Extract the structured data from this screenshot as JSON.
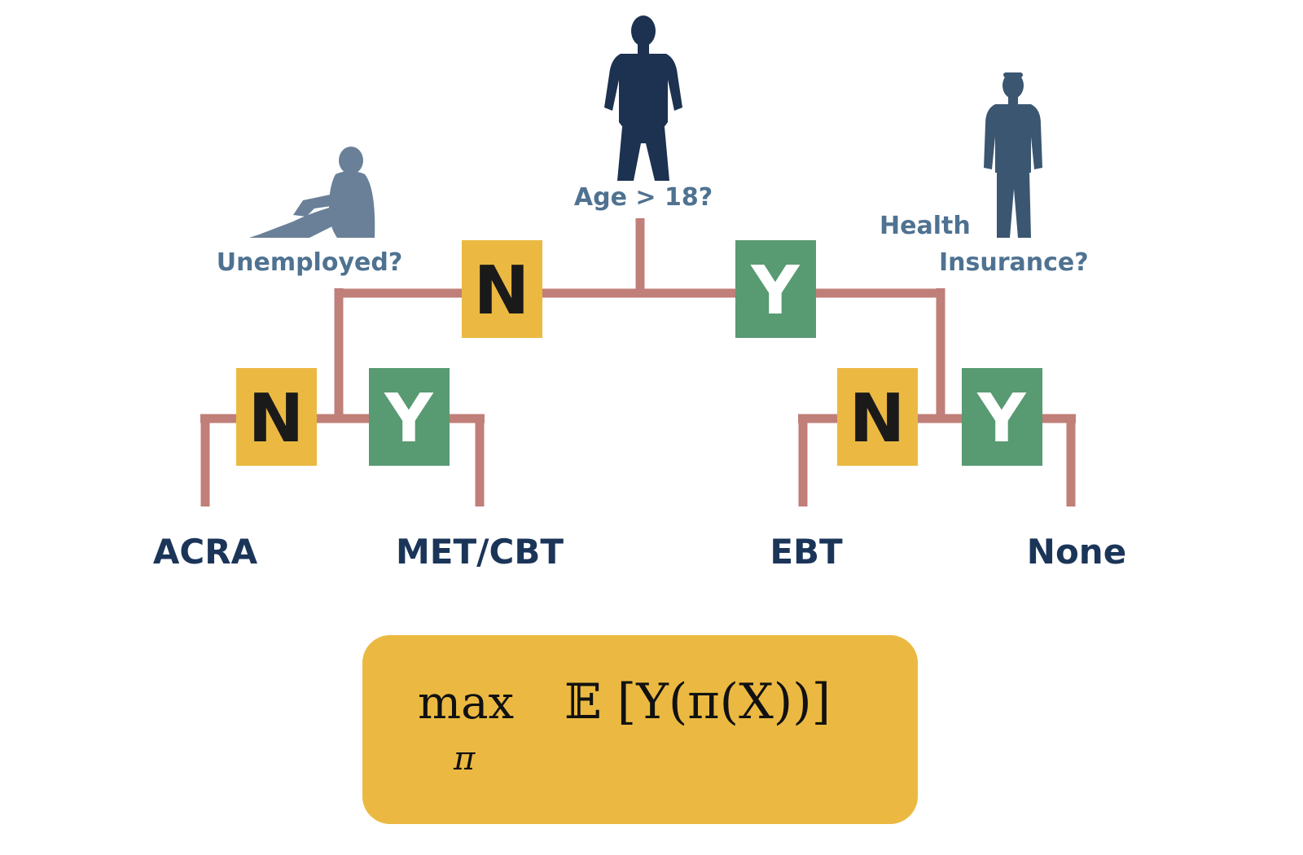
{
  "questions": {
    "root": "Age > 18?",
    "left": "Unemployed?",
    "right_line1": "Health",
    "right_line2": "Insurance?"
  },
  "decisions": {
    "root_no": "N",
    "root_yes": "Y",
    "left_no": "N",
    "left_yes": "Y",
    "right_no": "N",
    "right_yes": "Y"
  },
  "leaves": {
    "acra": "ACRA",
    "met_cbt": "MET/CBT",
    "ebt": "EBT",
    "none": "None"
  },
  "formula": {
    "operator": "max",
    "subscript": "π",
    "expression": "𝔼 [Y(π(X))]"
  },
  "colors": {
    "branch": "#c07f78",
    "no_box": "#ebb942",
    "yes_box": "#589a72",
    "no_text": "#1a1a1a",
    "yes_text": "#ffffff",
    "question_text": "#4f7291",
    "leaf_text": "#1b3559",
    "formula_box": "#ebb942"
  },
  "icons": {
    "top_person": "standing-person-silhouette-icon",
    "left_person": "sitting-person-silhouette-icon",
    "right_person": "standing-person-silhouette-icon"
  }
}
